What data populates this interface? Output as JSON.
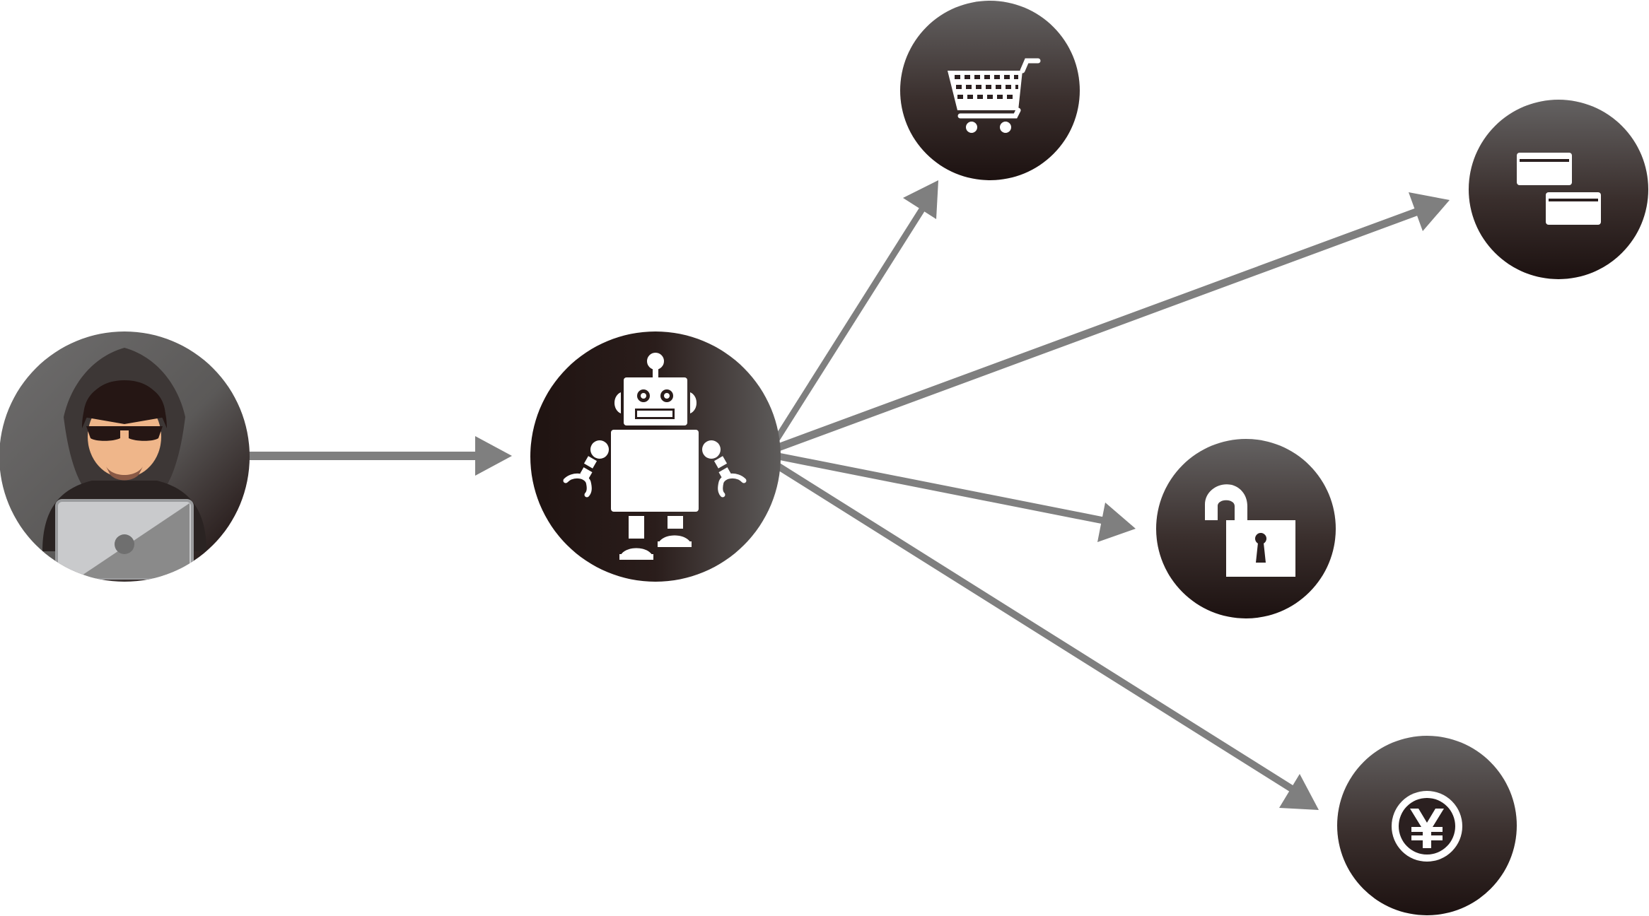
{
  "diagram": {
    "nodes": [
      {
        "id": "attacker",
        "icon": "hooded-hacker-laptop-icon"
      },
      {
        "id": "bot",
        "icon": "robot-icon"
      },
      {
        "id": "shopping",
        "icon": "shopping-cart-icon"
      },
      {
        "id": "cards",
        "icon": "credit-cards-icon"
      },
      {
        "id": "account",
        "icon": "unlocked-padlock-icon"
      },
      {
        "id": "money",
        "icon": "yen-coin-icon"
      }
    ],
    "edges": [
      {
        "from": "attacker",
        "to": "bot"
      },
      {
        "from": "bot",
        "to": "shopping"
      },
      {
        "from": "bot",
        "to": "cards"
      },
      {
        "from": "bot",
        "to": "account"
      },
      {
        "from": "bot",
        "to": "money"
      }
    ]
  },
  "colors": {
    "arrow": "#7f7f7f",
    "node_dark": "#1f1311",
    "node_light": "#6a6868",
    "icon": "#ffffff",
    "skin": "#efb68a",
    "laptop": "#c9cacc"
  }
}
